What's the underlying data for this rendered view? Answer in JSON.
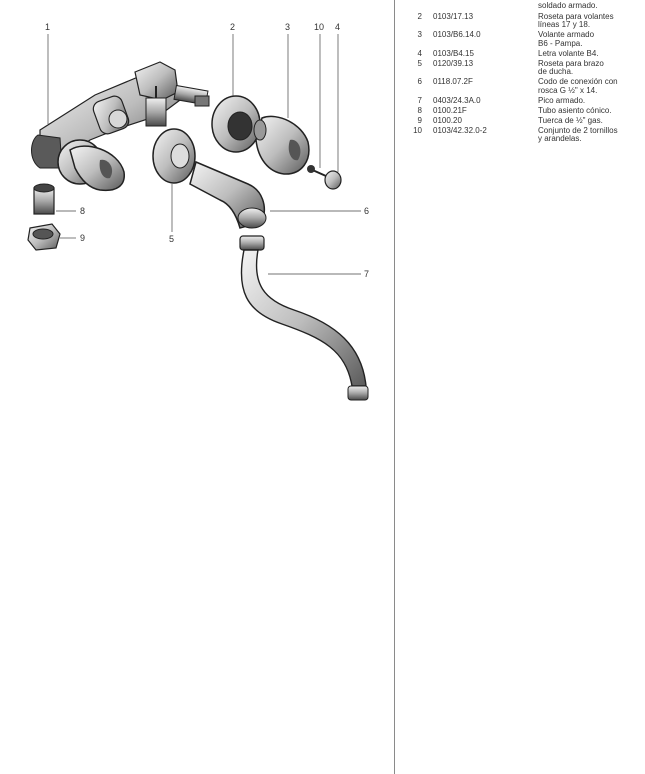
{
  "callouts": [
    {
      "id": "1",
      "label": "1"
    },
    {
      "id": "2",
      "label": "2"
    },
    {
      "id": "3",
      "label": "3"
    },
    {
      "id": "10",
      "label": "10"
    },
    {
      "id": "4",
      "label": "4"
    },
    {
      "id": "8",
      "label": "8"
    },
    {
      "id": "9",
      "label": "9"
    },
    {
      "id": "5",
      "label": "5"
    },
    {
      "id": "6",
      "label": "6"
    },
    {
      "id": "7",
      "label": "7"
    }
  ],
  "parts": {
    "top_continuation": "soldado armado.",
    "rows": [
      {
        "num": "2",
        "code": "0103/17.13",
        "desc": [
          "Roseta para volantes",
          "líneas 17 y 18."
        ]
      },
      {
        "num": "3",
        "code": "0103/B6.14.0",
        "desc": [
          "Volante armado",
          "B6 - Pampa."
        ]
      },
      {
        "num": "4",
        "code": "0103/B4.15",
        "desc": [
          "Letra volante B4."
        ]
      },
      {
        "num": "5",
        "code": "0120/39.13",
        "desc": [
          "Roseta para brazo",
          "de ducha."
        ]
      },
      {
        "num": "6",
        "code": "0118.07.2F",
        "desc": [
          "Codo de conexión con",
          "rosca G ½\" x 14."
        ]
      },
      {
        "num": "7",
        "code": "0403/24.3A.0",
        "desc": [
          "Pico armado."
        ]
      },
      {
        "num": "8",
        "code": "0100.21F",
        "desc": [
          "Tubo asiento cónico."
        ]
      },
      {
        "num": "9",
        "code": "0100.20",
        "desc": [
          "Tuerca de ½\" gas."
        ]
      },
      {
        "num": "10",
        "code": "0103/42.32.0-2",
        "desc": [
          "Conjunto de 2 tornillos",
          "y arandelas."
        ]
      }
    ]
  }
}
